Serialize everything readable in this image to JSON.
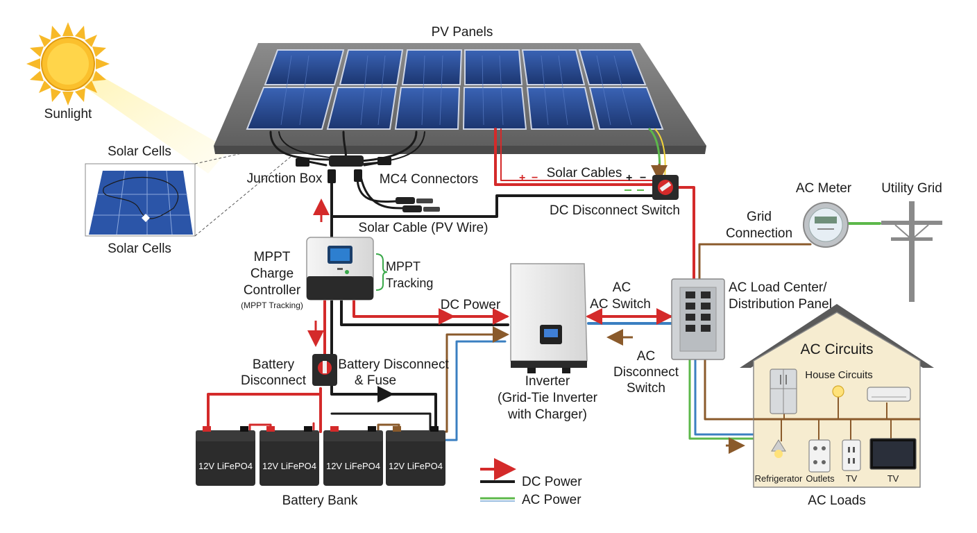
{
  "labels": {
    "pv_panels": "PV Panels",
    "sunlight": "Sunlight",
    "solar_cells_top": "Solar Cells",
    "solar_cells_bottom": "Solar Cells",
    "junction_box": "Junction Box",
    "mc4_connectors": "MC4 Connectors",
    "solar_cables": "Solar Cables",
    "solar_cable_pv_wire": "Solar Cable (PV Wire)",
    "dc_disconnect_switch": "DC Disconnect Switch",
    "ac_meter": "AC Meter",
    "utility_grid": "Utility Grid",
    "grid_connection_line1": "Grid",
    "grid_connection_line2": "Connection",
    "mppt_line1": "MPPT",
    "mppt_line2": "Charge",
    "mppt_line3": "Controller",
    "mppt_line4": "(MPPT Tracking)",
    "mppt_tracking_line1": "MPPT",
    "mppt_tracking_line2": "Tracking",
    "dc_power_mid": "DC Power",
    "ac_line1": "AC",
    "ac_line2": "AC Switch",
    "ac_load_center_line1": "AC Load Center/",
    "ac_load_center_line2": "Distribution Panel",
    "ac_disconnect_line1": "AC",
    "ac_disconnect_line2": "Disconnect",
    "ac_disconnect_line3": "Switch",
    "battery_disconnect_line1": "Battery",
    "battery_disconnect_line2": "Disconnect",
    "battery_fuse_line1": "Battery Disconnect",
    "battery_fuse_line2": "& Fuse",
    "inverter_line1": "Inverter",
    "inverter_line2": "(Grid-Tie Inverter",
    "inverter_line3": "with Charger)",
    "ac_circuits": "AC  Circuits",
    "house_circuits": "House Circuits",
    "battery_bank": "Battery Bank",
    "ac_loads": "AC Loads",
    "polarity_left_plus": "+",
    "polarity_left_minus": "−",
    "polarity_right_plus": "+",
    "polarity_right_minus": "−"
  },
  "batteries": [
    "12V LiFePO4",
    "12V LiFePO4",
    "12V LiFePO4",
    "12V LiFePO4"
  ],
  "loads": [
    "Refrigerator",
    "Outlets",
    "TV",
    "TV"
  ],
  "legend": {
    "dc_power": "DC Power",
    "ac_power": "AC Power"
  },
  "colors": {
    "dc_positive": "#d42a2a",
    "dc_negative": "#1a1a1a",
    "ac_line": "#8a5a2b",
    "ac_neutral": "#3a7fc1",
    "ac_ground": "#5cb84a",
    "panel": "#24468a",
    "sun": "#f7b928"
  },
  "icons": [
    "sun-icon",
    "meter-icon",
    "utility-pole-icon",
    "refrigerator-icon",
    "lamp-icon",
    "air-conditioner-icon",
    "outlet-icon",
    "tv-icon"
  ]
}
